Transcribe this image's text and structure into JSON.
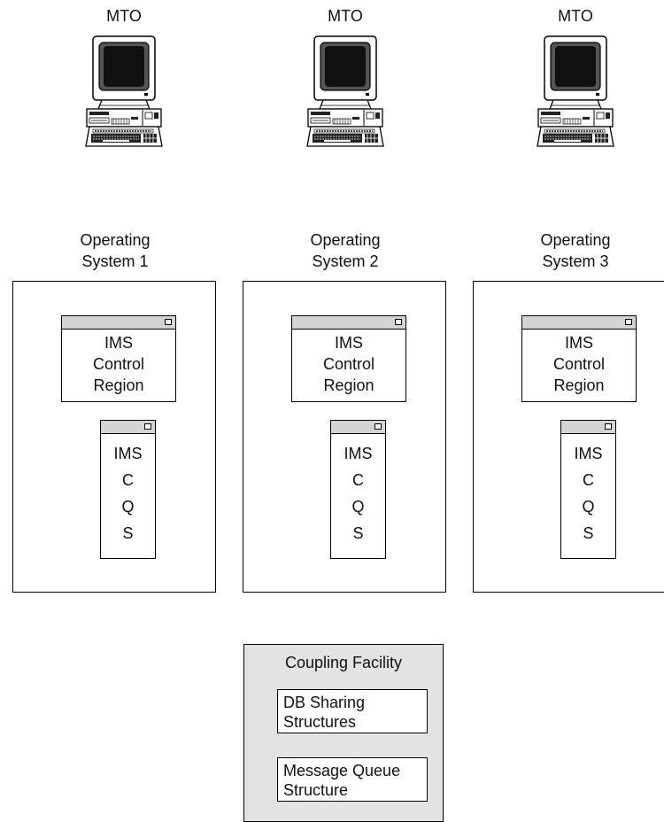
{
  "terminals": [
    {
      "label": "MTO"
    },
    {
      "label": "MTO"
    },
    {
      "label": "MTO"
    }
  ],
  "systems": [
    {
      "os_line1": "Operating",
      "os_line2": "System 1",
      "control_region": [
        "IMS",
        "Control",
        "Region"
      ],
      "cqs": [
        "IMS",
        "C",
        "Q",
        "S"
      ]
    },
    {
      "os_line1": "Operating",
      "os_line2": "System 2",
      "control_region": [
        "IMS",
        "Control",
        "Region"
      ],
      "cqs": [
        "IMS",
        "C",
        "Q",
        "S"
      ]
    },
    {
      "os_line1": "Operating",
      "os_line2": "System 3",
      "control_region": [
        "IMS",
        "Control",
        "Region"
      ],
      "cqs": [
        "IMS",
        "C",
        "Q",
        "S"
      ]
    }
  ],
  "coupling_facility": {
    "title": "Coupling Facility",
    "db_sharing": [
      "DB Sharing",
      "Structures"
    ],
    "message_queue": [
      "Message Queue",
      "Structure"
    ]
  },
  "icons": {
    "terminal": "computer-terminal-icon",
    "window_button": "window-maximize-icon"
  }
}
